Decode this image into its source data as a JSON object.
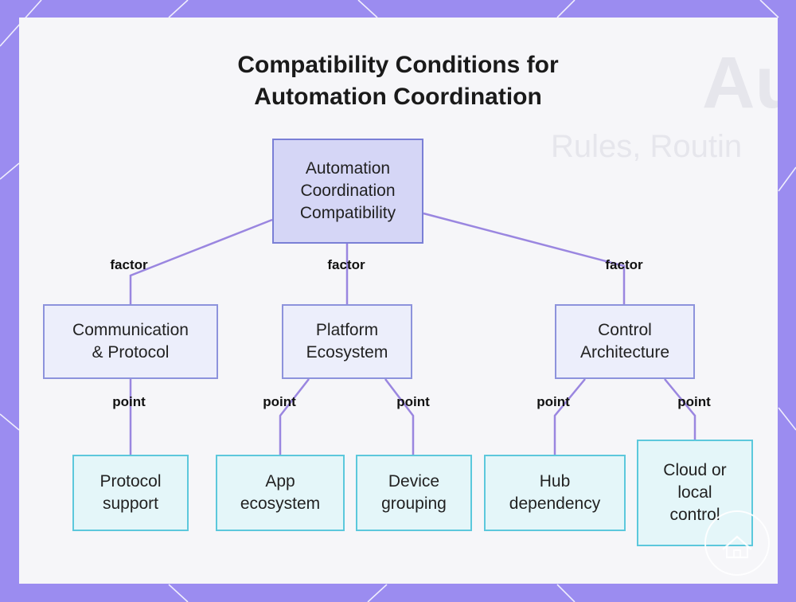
{
  "title": [
    "Compatibility Conditions for",
    "Automation Coordination"
  ],
  "diagram": {
    "root": {
      "id": "root",
      "lines": [
        "Automation",
        "Coordination",
        "Compatibility"
      ]
    },
    "factors": [
      {
        "id": "comm",
        "lines": [
          "Communication",
          "& Protocol"
        ]
      },
      {
        "id": "platform",
        "lines": [
          "Platform",
          "Ecosystem"
        ]
      },
      {
        "id": "control",
        "lines": [
          "Control",
          "Architecture"
        ]
      }
    ],
    "points": [
      {
        "id": "protocol",
        "parent": "comm",
        "lines": [
          "Protocol",
          "support"
        ]
      },
      {
        "id": "app",
        "parent": "platform",
        "lines": [
          "App",
          "ecosystem"
        ]
      },
      {
        "id": "device",
        "parent": "platform",
        "lines": [
          "Device",
          "grouping"
        ]
      },
      {
        "id": "hub",
        "parent": "control",
        "lines": [
          "Hub",
          "dependency"
        ]
      },
      {
        "id": "cloud",
        "parent": "control",
        "lines": [
          "Cloud or",
          "local",
          "control"
        ]
      }
    ],
    "edge_labels": {
      "factor": "factor",
      "point": "point"
    }
  },
  "background_text": [
    "Au",
    "Rules, Routin"
  ],
  "colors": {
    "frame": "#9b8cf0",
    "panel": "#f6f6f9",
    "edge": "#9a86e0",
    "root_fill": "#d5d6f6",
    "factor_fill": "#eceefb",
    "point_fill": "#e4f6f9",
    "point_border": "#5cc8dc"
  }
}
